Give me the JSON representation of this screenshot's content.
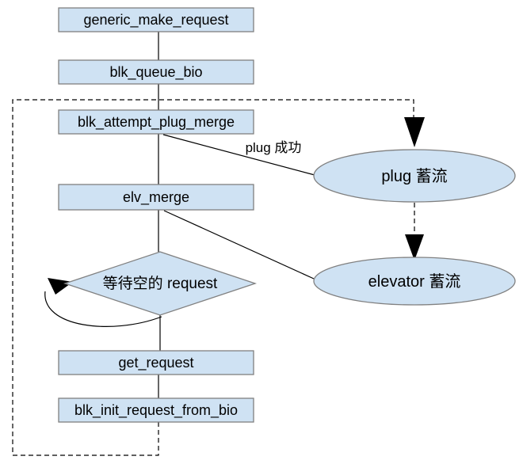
{
  "colors": {
    "node_fill": "#cfe2f3",
    "node_border": "#808080",
    "line": "#000000",
    "arrowhead": "#000000",
    "text": "#000000",
    "background": "#ffffff"
  },
  "nodes": {
    "boxes": [
      {
        "label": "generic_make_request"
      },
      {
        "label": "blk_queue_bio"
      },
      {
        "label": "blk_attempt_plug_merge"
      },
      {
        "label": "elv_merge"
      },
      {
        "label": "get_request"
      },
      {
        "label": "blk_init_request_from_bio"
      }
    ],
    "decision": {
      "label": "等待空的 request"
    },
    "states": [
      {
        "label": "plug 蓄流"
      },
      {
        "label": "elevator 蓄流"
      }
    ]
  },
  "edges": {
    "plug_success_label": "plug 成功"
  }
}
